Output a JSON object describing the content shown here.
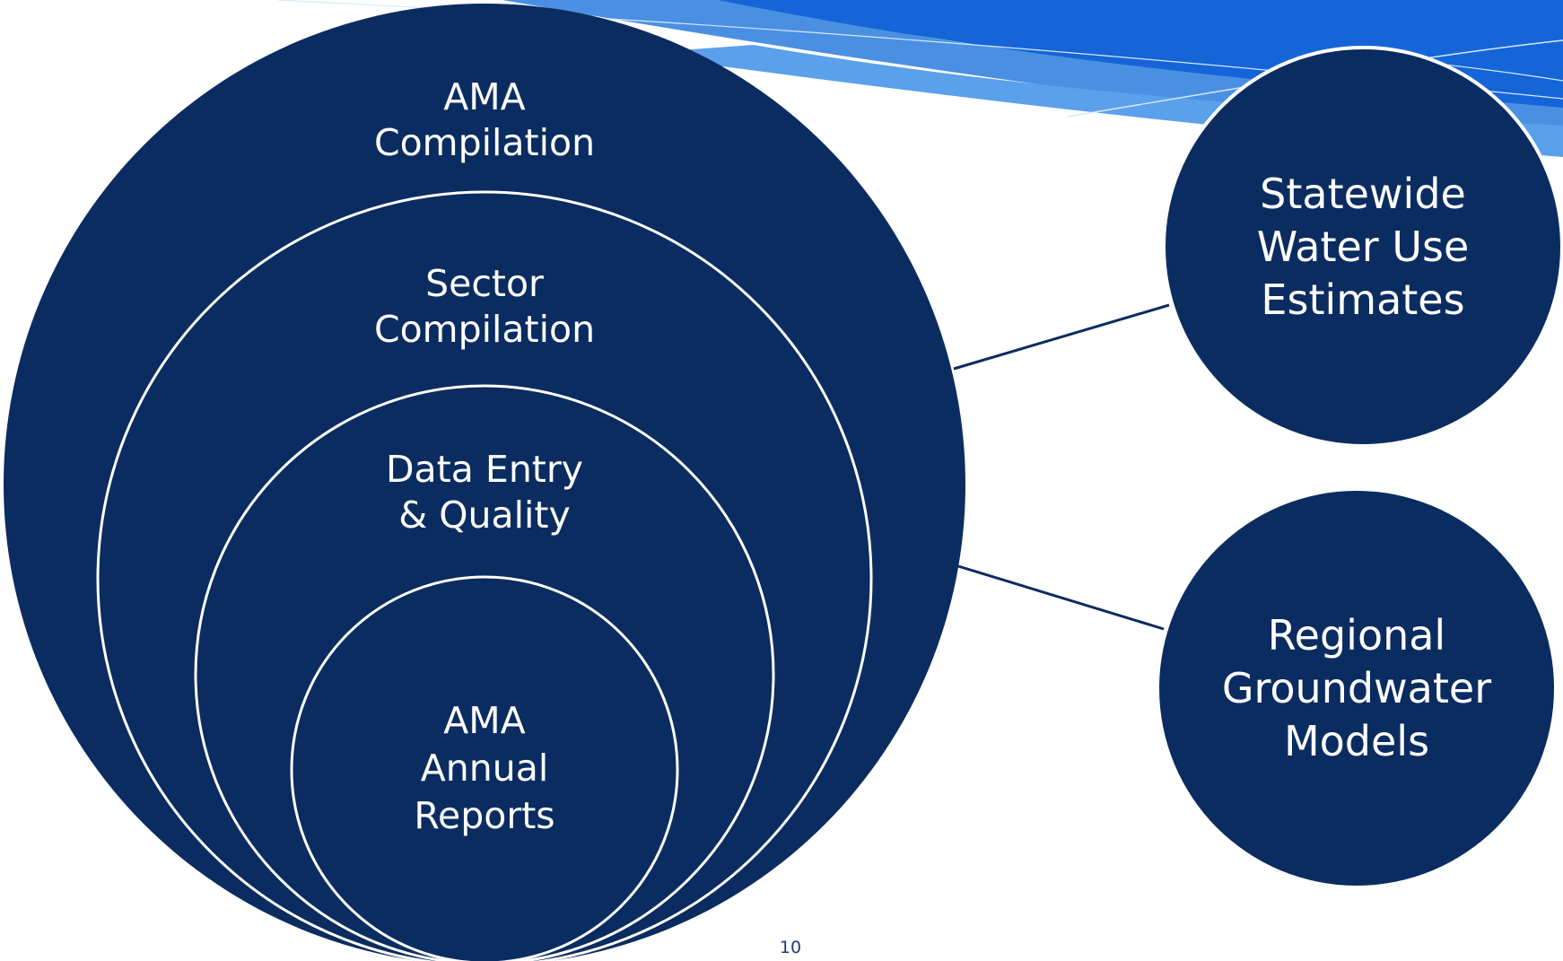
{
  "colors": {
    "circle_fill": "#0b2c60",
    "ring_stroke": "#ffffff",
    "connector": "#0b2c60",
    "wave_dark": "#1565d8",
    "wave_light": "#5aa0ea",
    "page_number": "#1f3a78"
  },
  "nested": {
    "ama_compilation": {
      "line1": "AMA",
      "line2": "Compilation"
    },
    "sector_compilation": {
      "line1": "Sector",
      "line2": "Compilation"
    },
    "data_entry": {
      "line1": "Data Entry",
      "line2": "& Quality"
    },
    "ama_annual_reports": {
      "line1": "AMA",
      "line2": "Annual",
      "line3": "Reports"
    }
  },
  "outputs": {
    "statewide": {
      "line1": "Statewide",
      "line2": "Water Use",
      "line3": "Estimates"
    },
    "regional": {
      "line1": "Regional",
      "line2": "Groundwater",
      "line3": "Models"
    }
  },
  "page_number": "10"
}
